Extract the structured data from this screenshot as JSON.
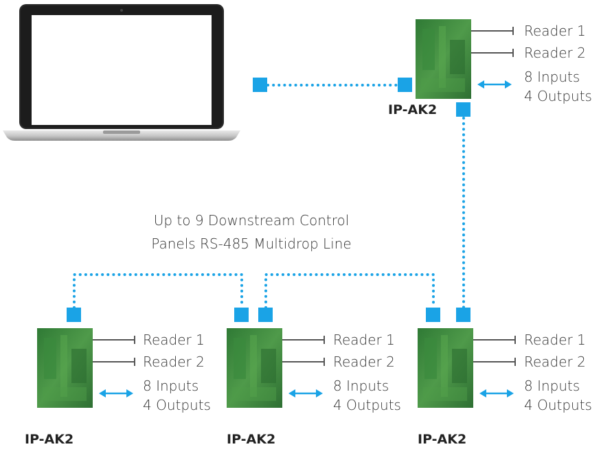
{
  "caption": {
    "line1": "Up to 9 Downstream Control",
    "line2": "Panels RS-485 Multidrop Line"
  },
  "panels": [
    {
      "title": "IP-AK2",
      "reader1": "Reader 1",
      "reader2": "Reader 2",
      "inputs": "8 Inputs",
      "outputs": "4 Outputs"
    },
    {
      "title": "IP-AK2",
      "reader1": "Reader 1",
      "reader2": "Reader 2",
      "inputs": "8 Inputs",
      "outputs": "4 Outputs"
    },
    {
      "title": "IP-AK2",
      "reader1": "Reader 1",
      "reader2": "Reader 2",
      "inputs": "8 Inputs",
      "outputs": "4 Outputs"
    },
    {
      "title": "IP-AK2",
      "reader1": "Reader 1",
      "reader2": "Reader 2",
      "inputs": "8 Inputs",
      "outputs": "4 Outputs"
    }
  ],
  "colors": {
    "connector": "#1aa3e6",
    "board": "#3d8a3d",
    "laptop_bezel": "#2b2b2b",
    "laptop_base": "#c9c9c9"
  },
  "icons": [
    "laptop-icon",
    "control-board-icon"
  ]
}
